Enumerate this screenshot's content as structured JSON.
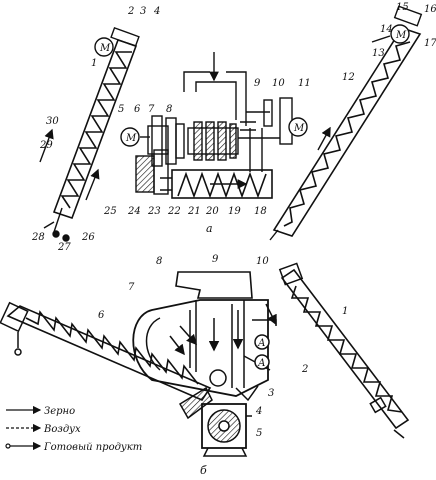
{
  "figure_a": {
    "caption": "а",
    "labels": [
      "1",
      "2",
      "3",
      "4",
      "5",
      "6",
      "7",
      "8",
      "9",
      "10",
      "11",
      "12",
      "13",
      "14",
      "15",
      "16",
      "17",
      "18",
      "19",
      "20",
      "21",
      "22",
      "23",
      "24",
      "25",
      "26",
      "27",
      "28",
      "29",
      "30"
    ],
    "motor_symbol": "М"
  },
  "figure_b": {
    "caption": "б",
    "labels": [
      "1",
      "2",
      "3",
      "4",
      "5",
      "6",
      "7",
      "8",
      "9",
      "10"
    ],
    "valve_symbol": "А"
  },
  "legend": {
    "grain": "Зерно",
    "air": "Воздух",
    "product": "Готовый продукт"
  }
}
